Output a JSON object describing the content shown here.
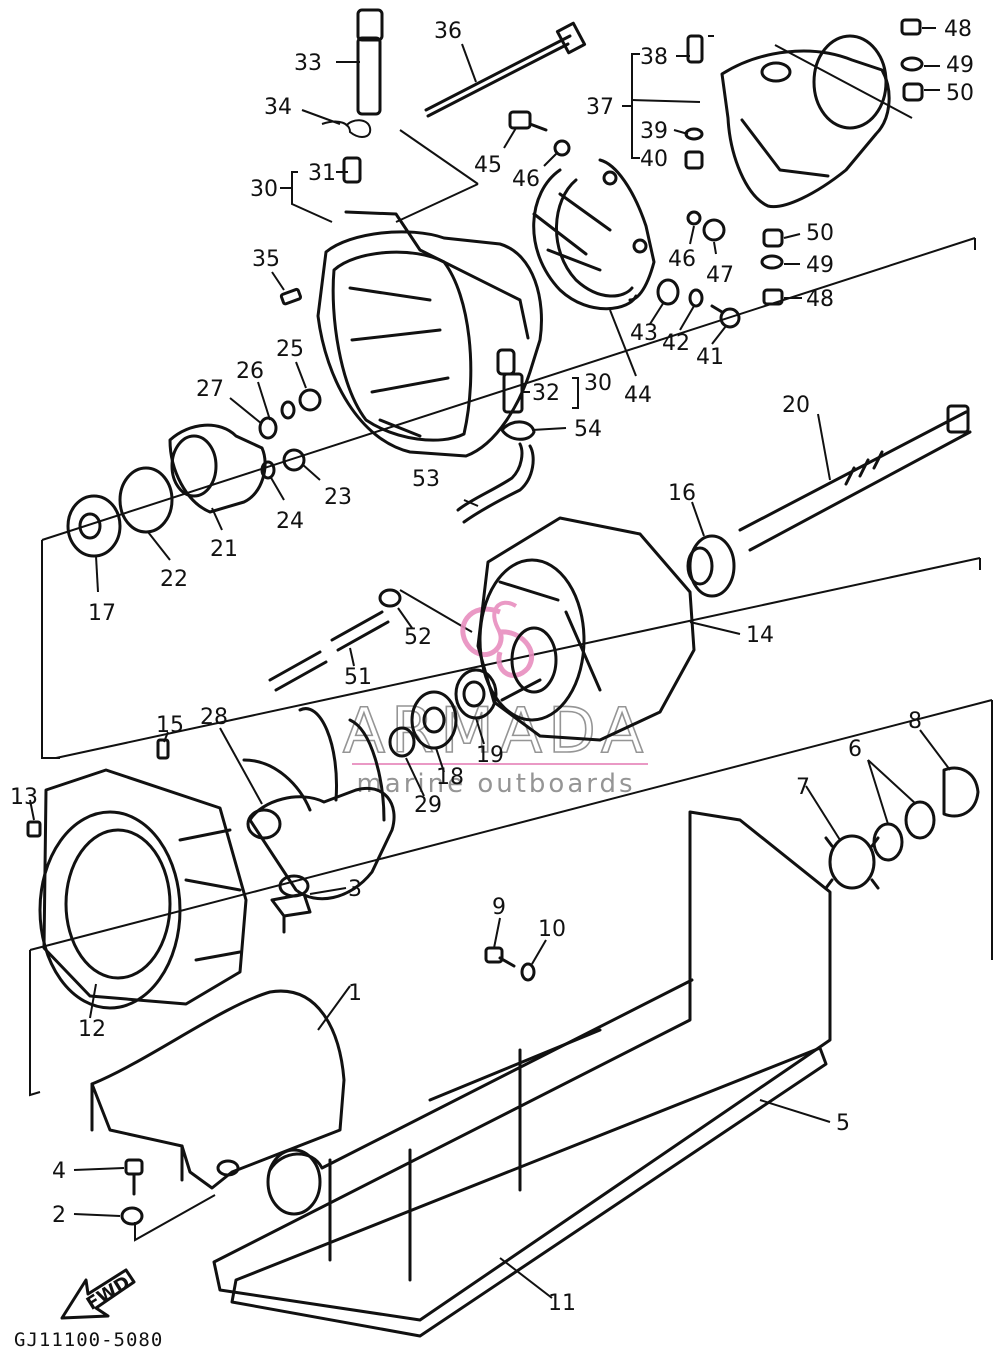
{
  "diagram": {
    "drawing_code": "GJ11100-5080",
    "fwd_label": "FWD",
    "watermark": {
      "brand": "ARMADA",
      "tagline": "marine outboards",
      "accent_color": "#e88fbf",
      "text_color": "#8a8a8a"
    },
    "callouts": {
      "n1": "1",
      "n2": "2",
      "n3": "3",
      "n4": "4",
      "n5": "5",
      "n6": "6",
      "n7": "7",
      "n8": "8",
      "n9": "9",
      "n10": "10",
      "n11": "11",
      "n12": "12",
      "n13": "13",
      "n14": "14",
      "n15": "15",
      "n16": "16",
      "n17": "17",
      "n18": "18",
      "n19": "19",
      "n20": "20",
      "n21": "21",
      "n22": "22",
      "n23": "23",
      "n24": "24",
      "n25": "25",
      "n26": "26",
      "n27": "27",
      "n28": "28",
      "n29": "29",
      "n30a": "30",
      "n30b": "30",
      "n31": "31",
      "n32": "32",
      "n33": "33",
      "n34": "34",
      "n35": "35",
      "n36": "36",
      "n37": "37",
      "n38": "38",
      "n39": "39",
      "n40": "40",
      "n41": "41",
      "n42": "42",
      "n43": "43",
      "n44": "44",
      "n45": "45",
      "n46a": "46",
      "n46b": "46",
      "n47": "47",
      "n48a": "48",
      "n48b": "48",
      "n49a": "49",
      "n49b": "49",
      "n50a": "50",
      "n50b": "50",
      "n51": "51",
      "n52": "52",
      "n53": "53",
      "n54": "54"
    }
  }
}
